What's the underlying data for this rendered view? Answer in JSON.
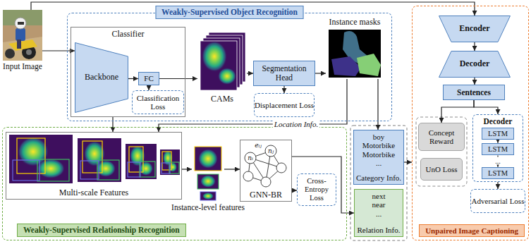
{
  "diagram": {
    "nodes": [
      {
        "text": [
          "Weakly-Supervised Object Recognition"
        ]
      },
      {
        "text": [
          "Input Image"
        ]
      },
      {
        "text": [
          "Classifier"
        ],
        "in": 0
      },
      {
        "text": [
          "Backbone"
        ],
        "in": 2
      },
      {
        "text": [
          "FC"
        ],
        "in": 2
      },
      {
        "text": [
          "Classification Loss"
        ],
        "in": 2
      },
      {
        "text": [
          "CAMs"
        ],
        "in": 0
      },
      {
        "text": [
          "Segmentation Head"
        ],
        "in": 0
      },
      {
        "text": [
          "Displacement Loss"
        ],
        "in": 0
      },
      {
        "text": [
          "Instance masks"
        ],
        "in": 0
      },
      {
        "text": [
          "Unpaired Image Captioning"
        ]
      },
      {
        "text": [
          "Encoder"
        ],
        "in": 10
      },
      {
        "text": [
          "Decoder"
        ],
        "in": 10
      },
      {
        "text": [
          "Sentences"
        ],
        "in": 10
      },
      {
        "text": [
          "Concept Reward"
        ],
        "in": 10
      },
      {
        "text": [
          "UnO Loss"
        ],
        "in": 10
      },
      {
        "text": [
          "Decoder"
        ],
        "in": 10
      },
      {
        "text": [
          "LSTM"
        ],
        "in": 16
      },
      {
        "text": [
          "LSTM"
        ],
        "in": 16
      },
      {
        "text": [
          "LSTM"
        ],
        "in": 16
      },
      {
        "text": [
          "Adversarial Loss"
        ],
        "in": 10
      },
      {
        "text": [
          "Weakly-Supervised Relationship Recognition"
        ]
      },
      {
        "text": [
          "Multi-scale Features"
        ],
        "in": 21
      },
      {
        "text": [
          "Instance-level features"
        ],
        "in": 21
      },
      {
        "text": [
          "GNN-BR"
        ],
        "in": 21
      },
      {
        "text": [
          "Cross-Entropy Loss"
        ],
        "in": 21
      },
      {
        "text": [
          "boy",
          "Motorbike",
          "Motorbike",
          "...",
          "Category Info."
        ]
      },
      {
        "text": [
          "next",
          "near",
          "...",
          "Relation Info."
        ]
      }
    ],
    "edges": [
      {
        "from": 1,
        "to": 3,
        "arrow": "to"
      },
      {
        "from": 1,
        "to": 11,
        "arrow": "to"
      },
      {
        "from": 3,
        "to": 4,
        "arrow": "to"
      },
      {
        "from": 4,
        "to": 5,
        "arrow": "to"
      },
      {
        "from": 4,
        "to": 6,
        "arrow": "to"
      },
      {
        "from": 6,
        "to": 7,
        "arrow": "to"
      },
      {
        "from": 7,
        "to": 8,
        "arrow": "to"
      },
      {
        "from": 7,
        "to": 9,
        "arrow": "to"
      },
      {
        "from": 9,
        "to": 22,
        "label": "Location Info.",
        "arrow": "to"
      },
      {
        "from": 2,
        "to": 22,
        "arrow": "to"
      },
      {
        "from": 9,
        "to": 26,
        "arrow": "to"
      },
      {
        "from": 22,
        "to": 23,
        "arrow": "to"
      },
      {
        "from": 23,
        "to": 24,
        "arrow": "to"
      },
      {
        "from": 24,
        "to": 25,
        "arrow": "to"
      },
      {
        "from": 24,
        "to": 27,
        "arrow": "to"
      },
      {
        "from": 26,
        "to": 10,
        "arrow": "to"
      },
      {
        "from": 11,
        "to": 12,
        "arrow": "to"
      },
      {
        "from": 12,
        "to": 13,
        "arrow": "to"
      },
      {
        "from": 13,
        "to": 14,
        "arrow": "to"
      },
      {
        "from": 13,
        "to": 16,
        "arrow": "to"
      },
      {
        "from": 17,
        "to": 18,
        "arrow": "to"
      },
      {
        "from": 18,
        "to": 19,
        "label": "...",
        "arrow": "to"
      },
      {
        "from": 16,
        "to": 20,
        "arrow": "to"
      }
    ],
    "labels": [
      "nᵢ",
      "nⱼ",
      "eᵢⱼ"
    ]
  }
}
